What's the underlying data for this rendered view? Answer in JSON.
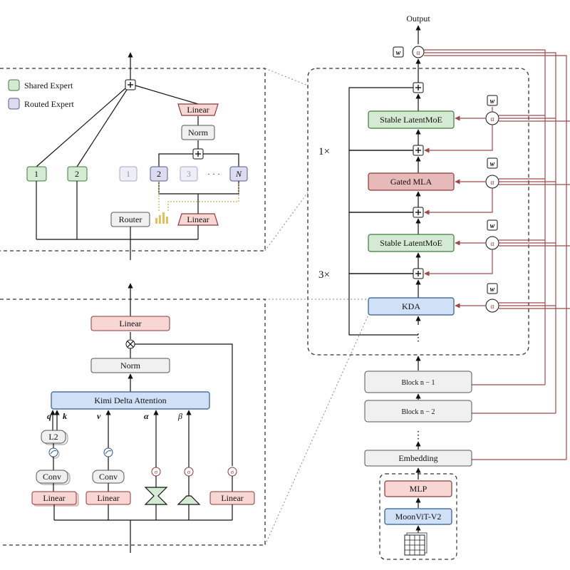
{
  "colors": {
    "green": "#d5ead2",
    "green_stroke": "#3d7a3d",
    "purple": "#dcdcf0",
    "purple_stroke": "#5a5a8c",
    "pink": "#f7d6d4",
    "pink_stroke": "#8a3a3a",
    "blue": "#cfe0f7",
    "blue_stroke": "#2f5a8a",
    "gray": "#f0f0f0",
    "red_line": "#9b4a4a",
    "rose": "#e8b9b9"
  },
  "main": {
    "output": "Output",
    "w_label": "w",
    "alpha": "α",
    "repeat_1": "1×",
    "repeat_3": "3×",
    "stable_latentmoe_1": "Stable LatentMoE",
    "gated_mla": "Gated MLA",
    "stable_latentmoe_2": "Stable LatentMoE",
    "kda": "KDA",
    "vdots": "⋮",
    "block_n1": "Block n − 1",
    "block_n2": "Block n − 2",
    "embedding": "Embedding",
    "mlp": "MLP",
    "vit": "MoonViT-V2"
  },
  "moe": {
    "legend_shared": "Shared Expert",
    "legend_routed": "Routed Expert",
    "linear_top": "Linear",
    "norm": "Norm",
    "expert_1": "1",
    "expert_2": "2",
    "routed_1": "1",
    "routed_2": "2",
    "routed_3": "3",
    "dots": "· · ·",
    "routed_n": "N",
    "router": "Router",
    "linear_bottom": "Linear"
  },
  "kda_detail": {
    "linear_top": "Linear",
    "norm": "Norm",
    "attention": "Kimi Delta Attention",
    "q": "q",
    "k": "k",
    "v": "v",
    "alpha": "α",
    "beta": "β",
    "sigma": "σ",
    "l2": "L2",
    "conv1": "Conv",
    "conv2": "Conv",
    "linear1": "Linear",
    "linear2": "Linear",
    "linear3": "Linear"
  }
}
